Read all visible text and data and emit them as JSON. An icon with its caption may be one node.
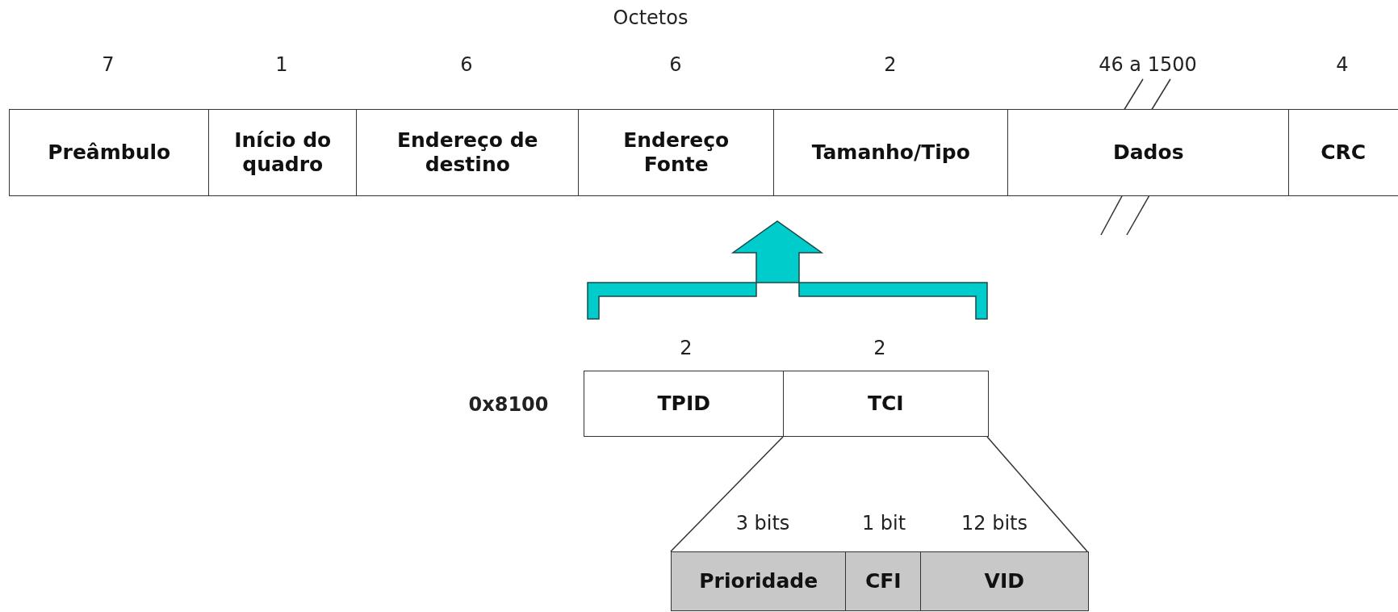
{
  "diagram": {
    "nodes": [
      {
        "text": [
          "Preâmbulo"
        ],
        "beside": [
          "7"
        ]
      },
      {
        "text": [
          "Início do quadro"
        ],
        "beside": [
          "1"
        ]
      },
      {
        "text": [
          "Endereço de destino"
        ],
        "beside": [
          "6"
        ]
      },
      {
        "text": [
          "Endereço Fonte"
        ],
        "beside": [
          "6"
        ]
      },
      {
        "text": [
          "Tamanho/Tipo"
        ],
        "beside": [
          "2"
        ]
      },
      {
        "text": [
          "Dados"
        ],
        "beside": [
          "46 a 1500"
        ]
      },
      {
        "text": [
          "CRC"
        ],
        "beside": [
          "4"
        ]
      },
      {
        "text": [
          "TPID"
        ],
        "beside": [
          "2",
          "0x8100"
        ]
      },
      {
        "text": [
          "TCI"
        ],
        "beside": [
          "2"
        ]
      },
      {
        "text": [
          "Prioridade"
        ],
        "beside": [
          "3 bits"
        ]
      },
      {
        "text": [
          "CFI"
        ],
        "beside": [
          "1 bit"
        ]
      },
      {
        "text": [
          "VID"
        ],
        "beside": [
          "12 bits"
        ]
      }
    ],
    "edges": [
      {
        "from": 8,
        "to": 9,
        "arrow": "none"
      },
      {
        "from": 8,
        "to": 11,
        "arrow": "none"
      }
    ],
    "labels": [
      "Octetos"
    ]
  }
}
